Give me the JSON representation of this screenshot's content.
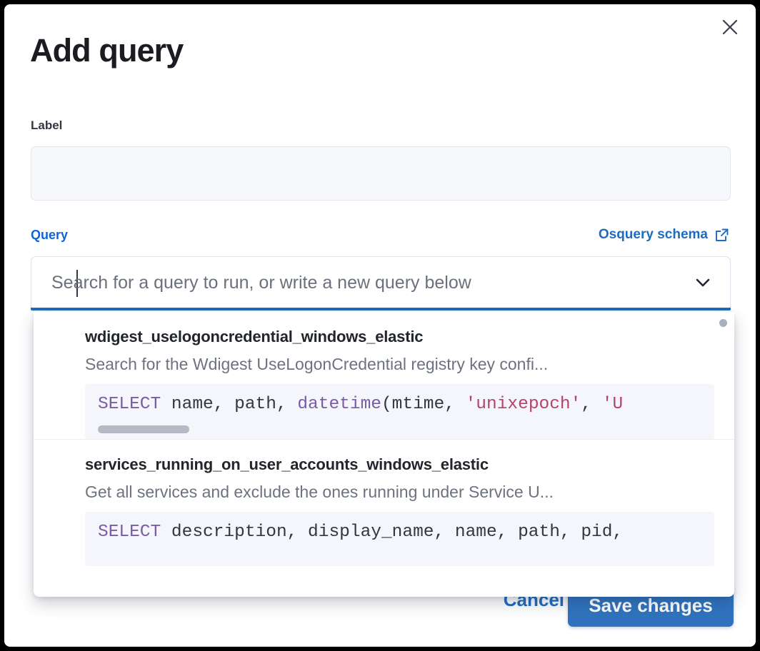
{
  "modal": {
    "title": "Add query",
    "close_icon": "close-icon"
  },
  "label_field": {
    "label": "Label",
    "value": "",
    "placeholder": ""
  },
  "query_field": {
    "label": "Query",
    "value": "",
    "placeholder": "Search for a query to run, or write a new query below",
    "chevron_icon": "chevron-down-icon"
  },
  "schema_link": {
    "text": "Osquery schema",
    "icon": "external-link-icon"
  },
  "dropdown": {
    "options": [
      {
        "title": "wdigest_uselogoncredential_windows_elastic",
        "description": "Search for the Wdigest UseLogonCredential registry key confi...",
        "code_tokens": [
          {
            "text": "SELECT",
            "type": "keyword"
          },
          {
            "text": " name, path, ",
            "type": "plain"
          },
          {
            "text": "datetime",
            "type": "keyword"
          },
          {
            "text": "(mtime, ",
            "type": "plain"
          },
          {
            "text": "'unixepoch'",
            "type": "string"
          },
          {
            "text": ", ",
            "type": "plain"
          },
          {
            "text": "'U",
            "type": "string"
          }
        ]
      },
      {
        "title": "services_running_on_user_accounts_windows_elastic",
        "description": "Get all services and exclude the ones running under Service U...",
        "code_tokens": [
          {
            "text": "SELECT",
            "type": "keyword"
          },
          {
            "text": " description, display_name, name, path, pid,",
            "type": "plain"
          }
        ]
      }
    ]
  },
  "footer": {
    "cancel_label": "Cancel",
    "save_label": "Save changes"
  },
  "colors": {
    "accent_blue": "#1f6bbd",
    "link_blue": "#0b64dd",
    "save_button_bg": "#2f73bf",
    "keyword_purple": "#7a5ca6",
    "string_crimson": "#b5436b",
    "code_bg": "#f5f6fb",
    "input_bg": "#f7f8fc"
  }
}
